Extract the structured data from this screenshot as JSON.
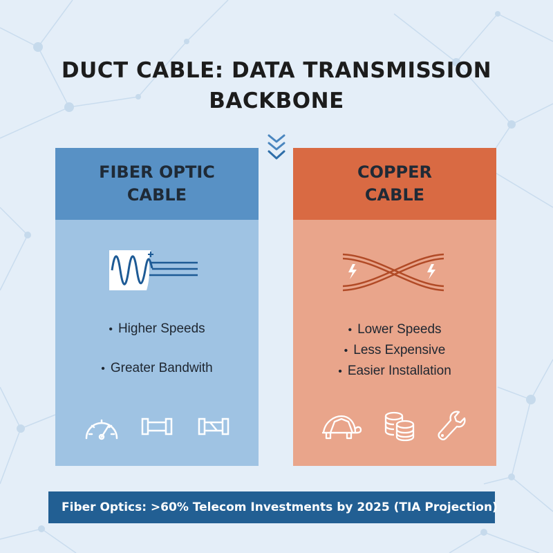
{
  "title": {
    "line1": "DUCT CABLE: DATA TRANSMISSION",
    "line2": "BACKBONE"
  },
  "panels": {
    "fiber": {
      "title_line1": "FIBER OPTIC",
      "title_line2": "CABLE",
      "bullets": [
        "Higher Speeds",
        "Greater Bandwith"
      ],
      "hero_icon": "light-wave-fiber-icon",
      "icons": [
        "speedometer-icon",
        "coupler-icon",
        "connector-icon"
      ],
      "header_color": "#5891c5",
      "body_color": "#9fc3e3"
    },
    "copper": {
      "title_line1": "COPPER",
      "title_line2": "CABLE",
      "bullets": [
        "Lower Speeds",
        "Less Expensive",
        "Easier Installation"
      ],
      "hero_icon": "twisted-wires-lightning-icon",
      "icons": [
        "turtle-icon",
        "coin-stack-icon",
        "wrench-icon"
      ],
      "header_color": "#d96a43",
      "body_color": "#e9a58b"
    }
  },
  "banner": {
    "text": "Fiber Optics: >60% Telecom Investments by 2025 (TIA Projection)",
    "icon": "growth-chart-icon",
    "color": "#225f93"
  },
  "background_color": "#e4eef8"
}
